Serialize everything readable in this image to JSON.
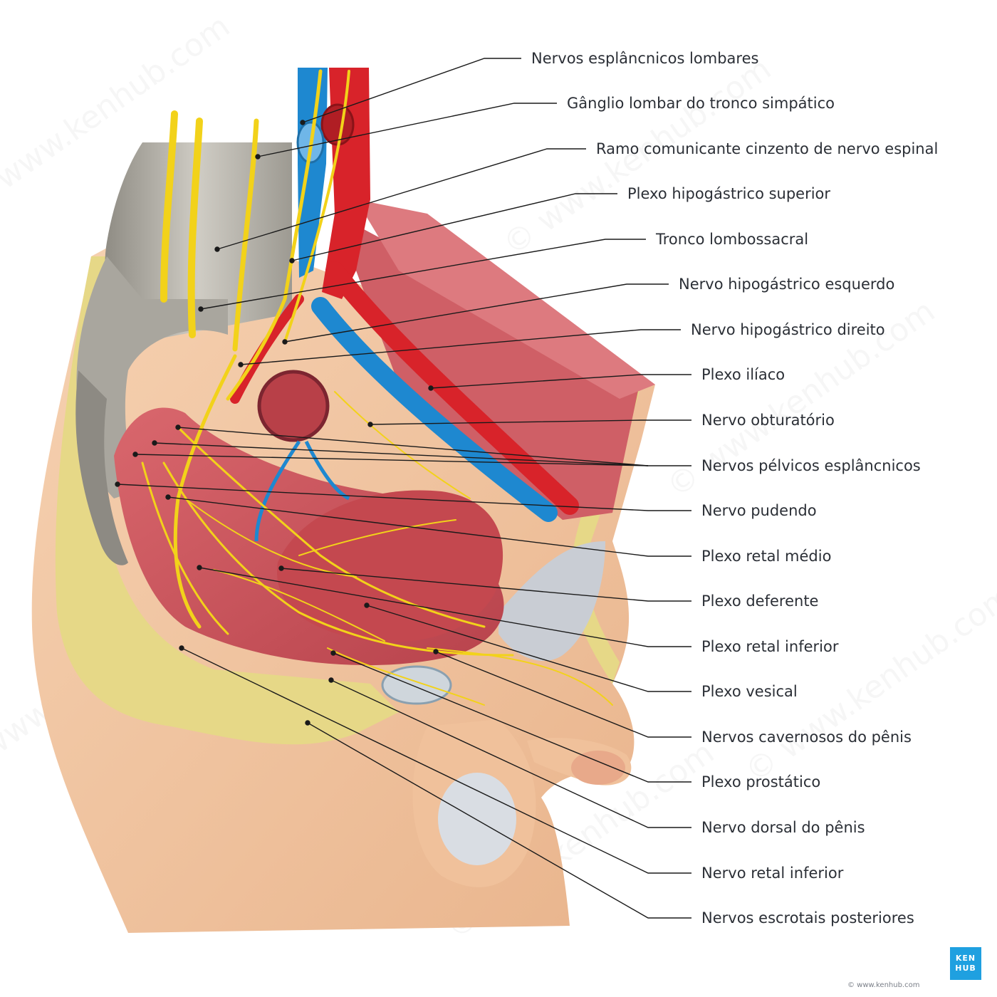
{
  "labels": [
    "Nervos esplâncnicos lombares",
    "Gânglio lombar do tronco simpático",
    "Ramo comunicante cinzento de nervo espinal",
    "Plexo hipogástrico superior",
    "Tronco lombossacral",
    "Nervo hipogástrico esquerdo",
    "Nervo hipogástrico direito",
    "Plexo ilíaco",
    "Nervo obturatório",
    "Nervos pélvicos esplâncnicos",
    "Nervo pudendo",
    "Plexo retal médio",
    "Plexo deferente",
    "Plexo retal inferior",
    "Plexo vesical",
    "Nervos cavernosos do pênis",
    "Plexo prostático",
    "Nervo dorsal do pênis",
    "Nervo retal inferior",
    "Nervos escrotais posteriores"
  ],
  "watermark": "© www.kenhub.com",
  "logo": {
    "line1": "KEN",
    "line2": "HUB"
  },
  "credit": "© www.kenhub.com",
  "colors": {
    "nerve": "#f2d21a",
    "artery": "#d8232a",
    "vein": "#1e88d0",
    "muscle": "#c9525a",
    "bone": "#b9b6ad",
    "fat": "#e8dc8a",
    "skin": "#f2c7a3",
    "leader": "#1a1a1a"
  }
}
